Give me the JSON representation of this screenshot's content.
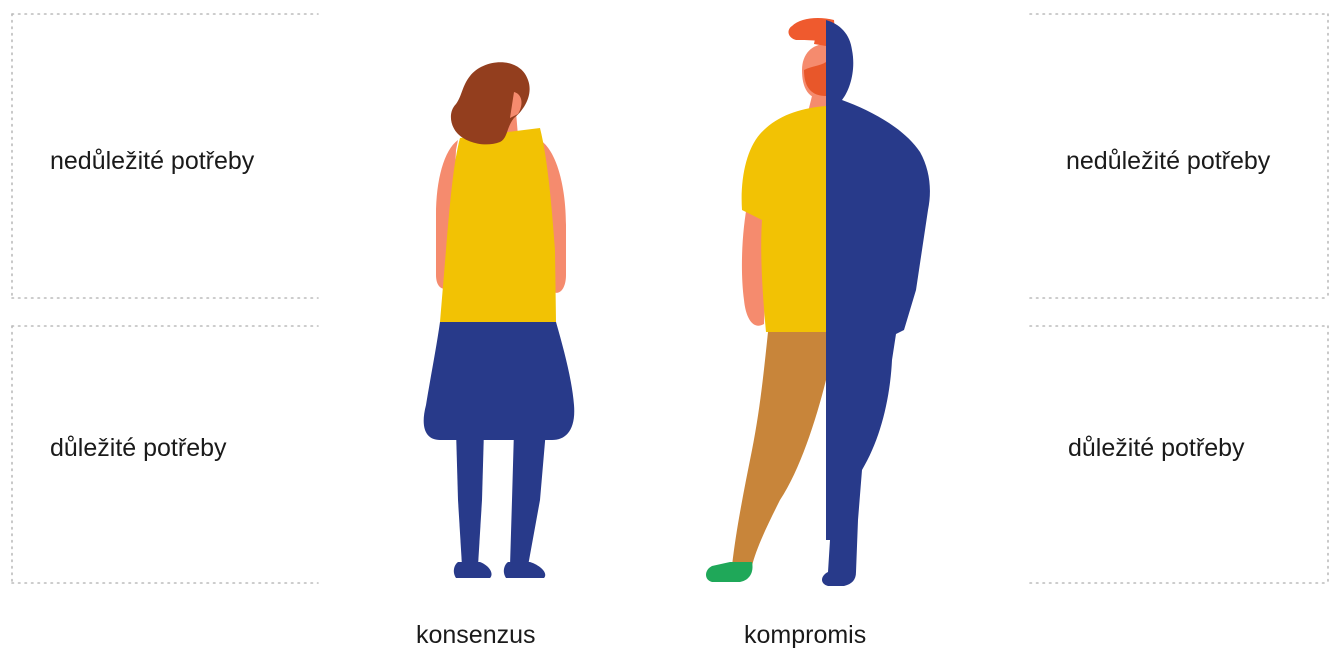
{
  "left_panel": {
    "top_label": "nedůležité potřeby",
    "bottom_label": "důležité potřeby"
  },
  "right_panel": {
    "top_label": "nedůležité potřeby",
    "bottom_label": "důležité potřeby"
  },
  "figures": {
    "woman_caption": "konsenzus",
    "man_caption": "kompromis"
  },
  "colors": {
    "yellow": "#F2C204",
    "navy": "#283A8A",
    "skin": "#F58B6E",
    "hair_brown": "#933E1E",
    "cap_orange": "#EF5A2E",
    "beard_orange": "#E8572A",
    "pants_tan": "#C8853A",
    "shoe_green": "#1FA859",
    "divider": "#bbbbbb"
  }
}
